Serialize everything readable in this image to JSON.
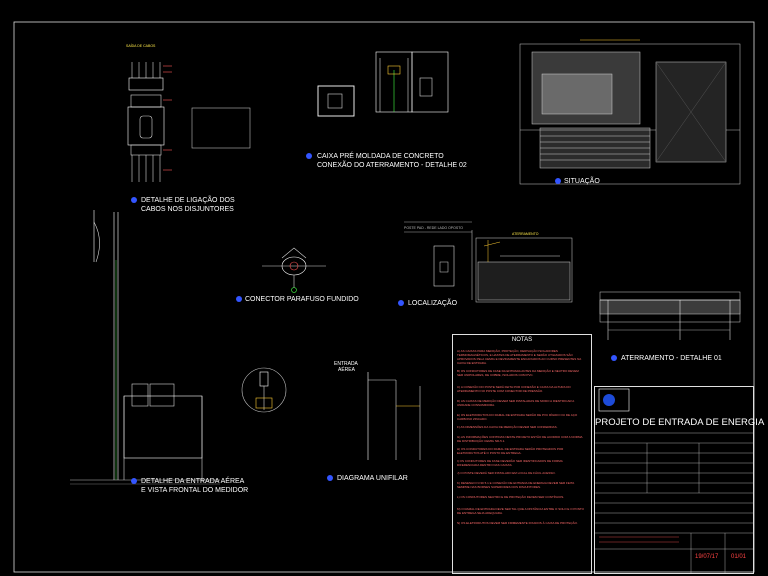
{
  "panels": {
    "breaker_detail": {
      "title_line1": "DETALHE DE LIGAÇÃO DOS",
      "title_line2": "CABOS NOS DISJUNTORES"
    },
    "concrete_box": {
      "title_line1": "CAIXA PRÉ MOLDADA DE CONCRETO",
      "title_line2": "CONEXÃO DO ATERRAMENTO - DETALHE 02"
    },
    "situation": {
      "title": "SITUAÇÃO"
    },
    "connector": {
      "title": "CONECTOR PARAFUSO FUNDIDO"
    },
    "location": {
      "title": "LOCALIZAÇÃO"
    },
    "grounding": {
      "title": "ATERRAMENTO - DETALHE 01"
    },
    "aerial_entry": {
      "title_line1": "DETALHE DA ENTRADA AÉREA",
      "title_line2": "E VISTA FRONTAL DO MEDIDOR"
    },
    "unifilar": {
      "title": "DIAGRAMA UNIFILAR"
    }
  },
  "labels": {
    "entrada_line1": "ENTRADA",
    "entrada_line2": "AÉREA",
    "poste_label": "POSTE PAD - REDE LADO OPOSTO",
    "aterramento_label": "ATERRAMENTO"
  },
  "notes": {
    "title": "NOTAS",
    "items": [
      "A) AS CAIXAS PARA MEDIÇÃO, PROTEÇÃO, DERIVAÇÃO ISOLADORES TERMOMAGNÉTICOS, E HASTES DE ATERRAMENTO E SERÃO UTILIZADOS SÃO APROVADOS PELA CEMIG E DEVIDAMENTE ENCAIXADOS AO CURSO PRESENTES NA CAIXA DE ENTRADA.",
      "B) OS CONDUTORES DE FASE DA ENTRADA ANTES DA MEDIÇÃO E NEUTRO DEVEM SER UNIPOLARES, DE COBRE, ISOLADOS COM PVC.",
      "C) A CONEXÃO DO POSTE SERÁ FEITA POR CONEXÃO E CAIXA NA ALTURA DO ATERRAMENTO NO POSTE COM CONECTOR DE PRESSÃO.",
      "D) AS CAIXAS DE MEDIÇÃO DEVEM SER INSTALADAS DE MODO A IDENTIFICAR A UNIDADE CONSUMIDORA.",
      "E) OS ELETRODUTOS DO RAMAL DE ENTRADA SERÃO DE PVC RÍGIDO OU DE AÇO CARBONO ZINCADO.",
      "F) AS DIMENSÕES DA CAIXA DE MEDIÇÃO DEVEM SER CONFERIDAS.",
      "G) AS INFORMAÇÕES CONTIDAS NESTE PROJETO ESTÃO DE ACORDO COM A NORMA DE DISTRIBUIÇÃO CEMIG ND-5.1.",
      "H) OS CONDUTORES DO RAMAL DE ENTRADA SERÃO PROTEGIDOS POR ELETRODUTOS ATÉ O PONTO DE ENTREGA.",
      "I) OS CONDUTORES DE FASE DEVERÃO SER IDENTIFICADOS DE FORMA DIFERENCIADA DENTRO DAS CAIXAS.",
      "J) O POSTE DEVERÁ SER INSTALADO EM LOCAL DE FÁCIL ACESSO.",
      "K) DESENHO N ND 5.1 E CONEXÃO DE ENTRADA DE ENERGIA DEVEM SER FEITA SEMPRE NAS BORNES SUPERIORES DOS DISJUNTORES.",
      "L) OS CONDUTORES NEUTRO E DE PROTEÇÃO DEVEM SER CONTÍNUOS.",
      "M) O RAMAL DE ENTRADA DEVE SER TAL QUE A DISTÂNCIA ENTRE O SOLO E O PONTO DE ENTREGA SEJA ADEQUADA.",
      "N) OS ELETRODUTOS DEVEM SER FIRMEMENTE FIXADOS À CAIXA DE PROTEÇÃO."
    ]
  },
  "title_block": {
    "title": "PROJETO DE ENTRADA DE ENERGIA",
    "date": "19/07/17",
    "sheet": "01/01"
  }
}
